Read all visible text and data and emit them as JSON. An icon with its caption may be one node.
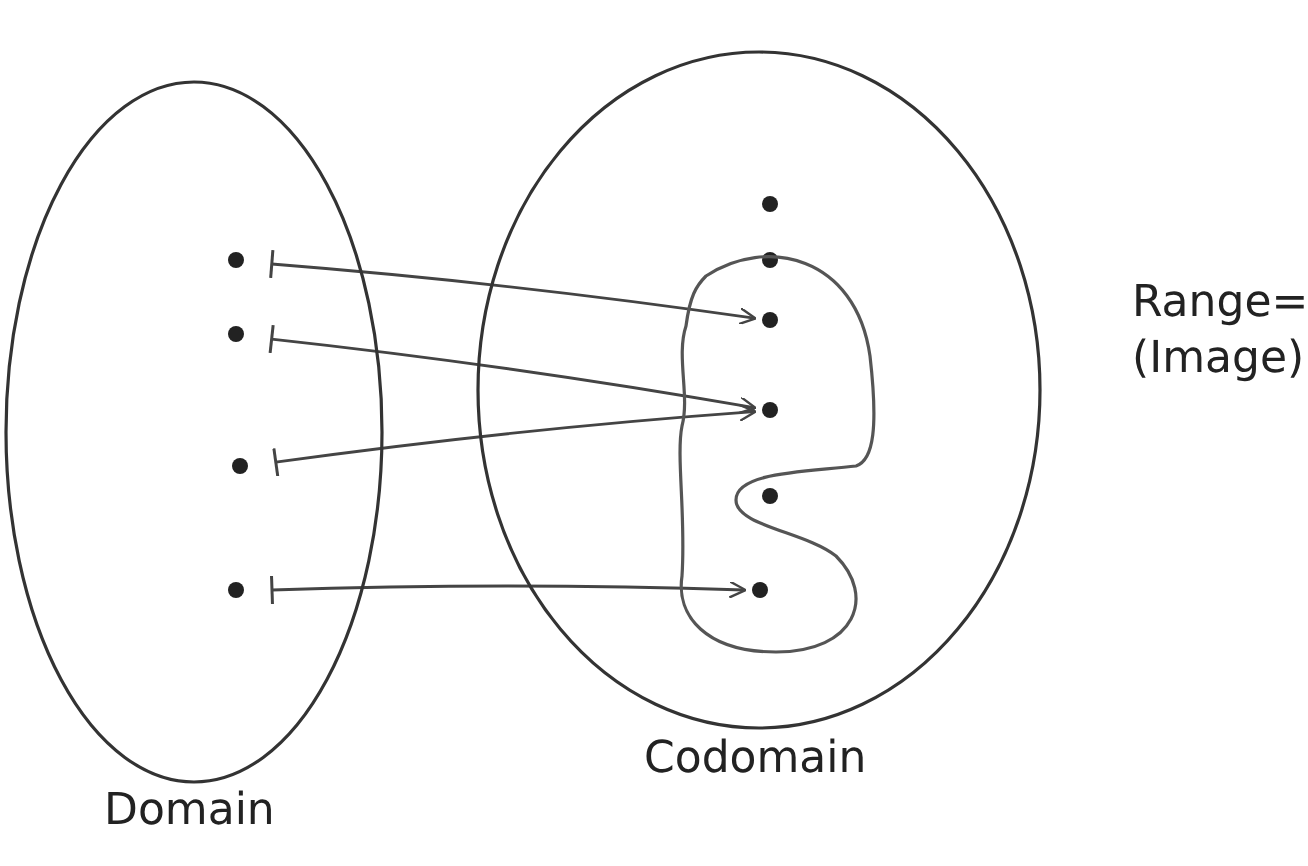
{
  "diagram": {
    "nodes": [
      {
        "text": [],
        "shape": "ellipse",
        "beside": [
          "Domain"
        ]
      },
      {
        "text": [],
        "shape": "circle",
        "in": 0
      },
      {
        "text": [],
        "shape": "circle",
        "in": 0
      },
      {
        "text": [],
        "shape": "circle",
        "in": 0
      },
      {
        "text": [],
        "shape": "circle",
        "in": 0
      },
      {
        "text": [],
        "shape": "ellipse",
        "beside": [
          "Codomain"
        ]
      },
      {
        "text": [],
        "shape": "circle",
        "in": 5
      },
      {
        "text": [],
        "shape": "circle",
        "in": 5
      },
      {
        "text": [],
        "shape": "blob",
        "in": 5
      },
      {
        "text": [],
        "shape": "circle",
        "in": 8
      },
      {
        "text": [],
        "shape": "circle",
        "in": 8
      },
      {
        "text": [],
        "shape": "circle",
        "in": 5
      },
      {
        "text": [],
        "shape": "circle",
        "in": 8
      }
    ],
    "edges": [
      {
        "from": 1,
        "to": 9,
        "arrow": "to"
      },
      {
        "from": 2,
        "to": 10,
        "arrow": "to"
      },
      {
        "from": 3,
        "to": 10,
        "arrow": "to"
      },
      {
        "from": 4,
        "to": 12,
        "arrow": "to"
      }
    ],
    "labels": [
      "Range= (Image)"
    ]
  }
}
